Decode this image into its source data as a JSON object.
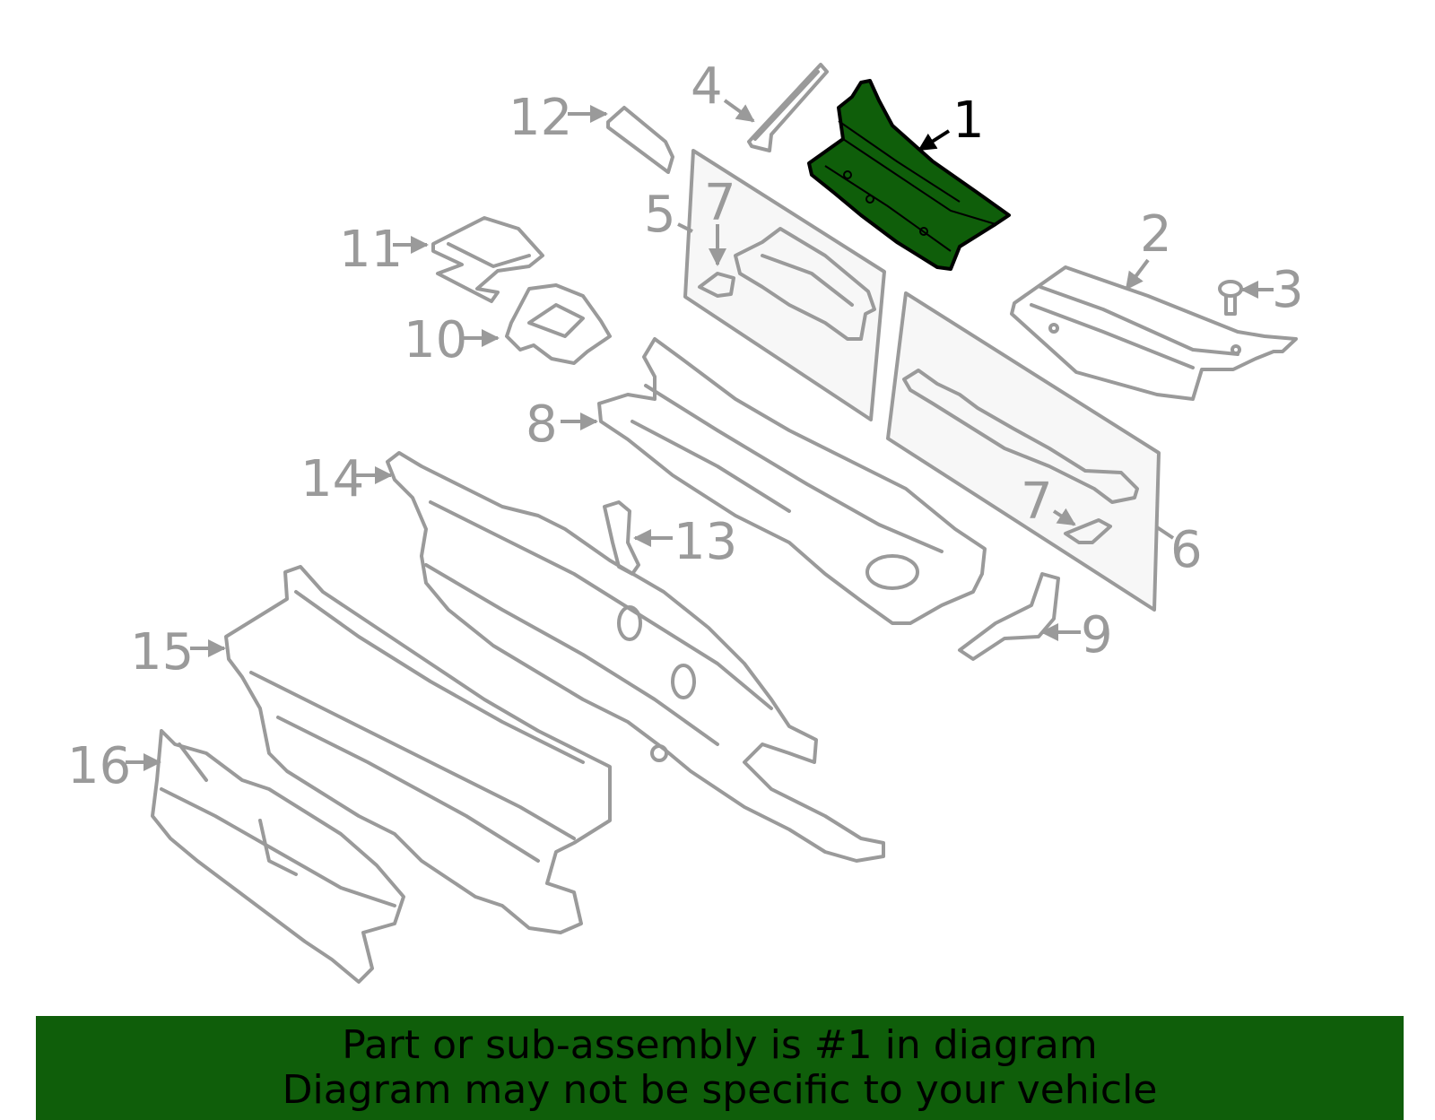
{
  "highlight_color": "#0f5e0a",
  "part_color": "#9a9a9a",
  "highlighted_part": "1",
  "callouts": {
    "c1": "1",
    "c2": "2",
    "c3": "3",
    "c4": "4",
    "c5": "5",
    "c6": "6",
    "c7a": "7",
    "c7b": "7",
    "c8": "8",
    "c9": "9",
    "c10": "10",
    "c11": "11",
    "c12": "12",
    "c13": "13",
    "c14": "14",
    "c15": "15",
    "c16": "16"
  },
  "banner": {
    "line1": "Part or sub-assembly is #1 in diagram",
    "line2": "Diagram may not be specific to your vehicle"
  }
}
